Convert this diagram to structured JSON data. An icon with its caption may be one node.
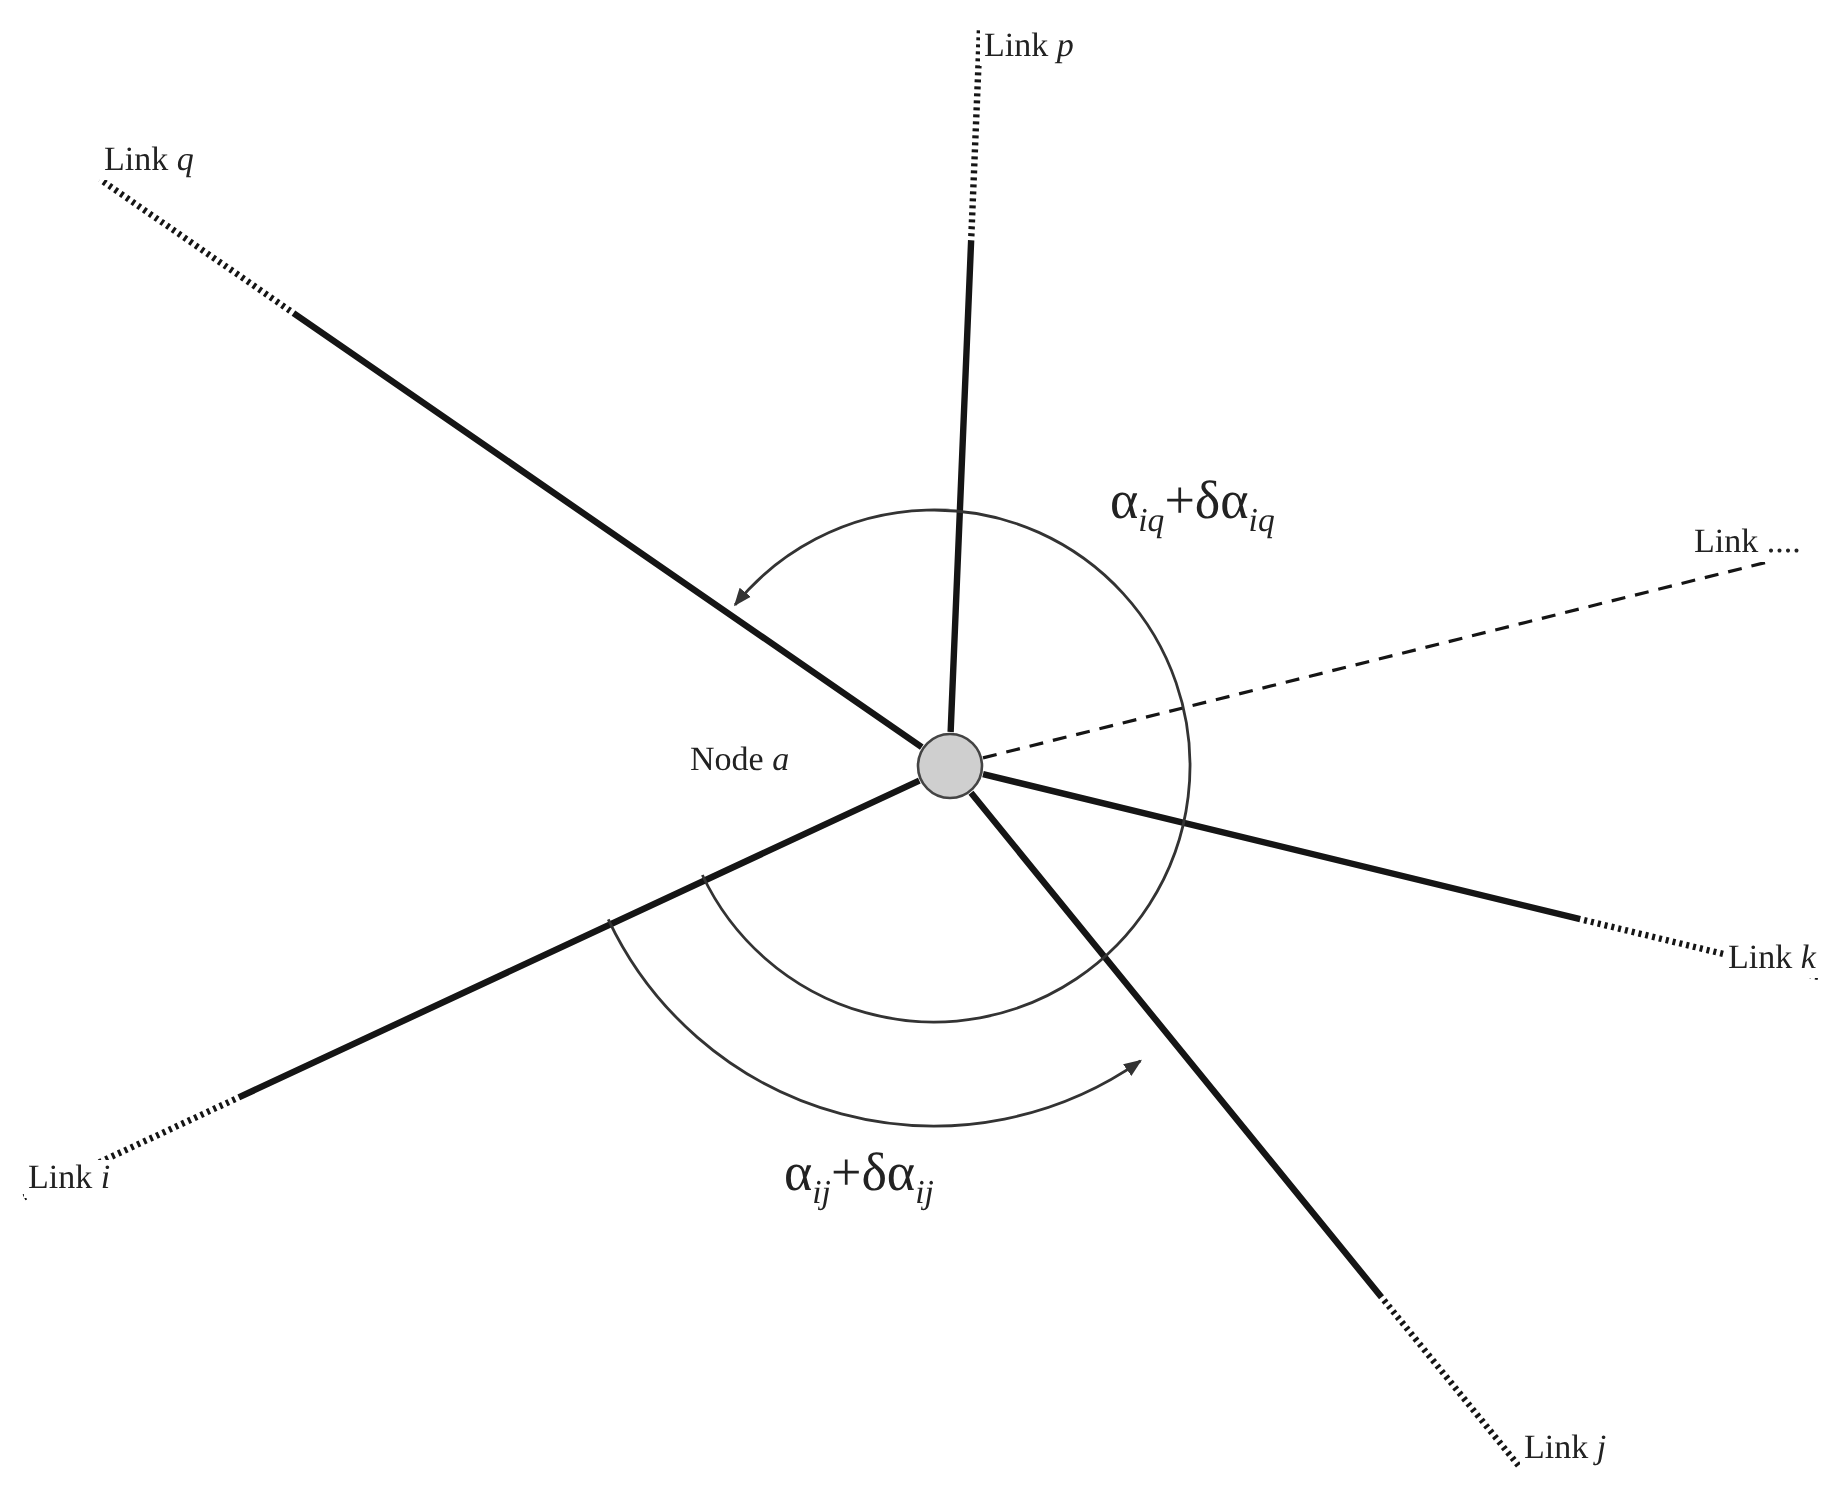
{
  "diagram": {
    "nodes": [
      {
        "text": [],
        "shape": "circle",
        "beside": [
          "Node *a*"
        ]
      },
      {
        "text": [
          "Link *q*"
        ]
      },
      {
        "text": [
          "Link *p*"
        ]
      },
      {
        "text": [
          "Link ...."
        ]
      },
      {
        "text": [
          "Link *i*"
        ]
      },
      {
        "text": [
          "Link *k*"
        ]
      },
      {
        "text": [
          "Link *j*"
        ]
      }
    ],
    "edges": [
      {
        "from": 0,
        "to": 2,
        "arrow": "none"
      },
      {
        "from": 0,
        "to": 1,
        "arrow": "none"
      },
      {
        "from": 0,
        "to": 3,
        "arrow": "none",
        "style": "dashed"
      },
      {
        "from": 0,
        "to": 5,
        "arrow": "none"
      },
      {
        "from": 0,
        "to": 6,
        "arrow": "none"
      },
      {
        "from": 0,
        "to": 4,
        "arrow": "none"
      }
    ],
    "labels": [
      "α$_{iq}$+δα$_{iq}$",
      "α$_{ij}$+δα$_{ij}$"
    ]
  }
}
